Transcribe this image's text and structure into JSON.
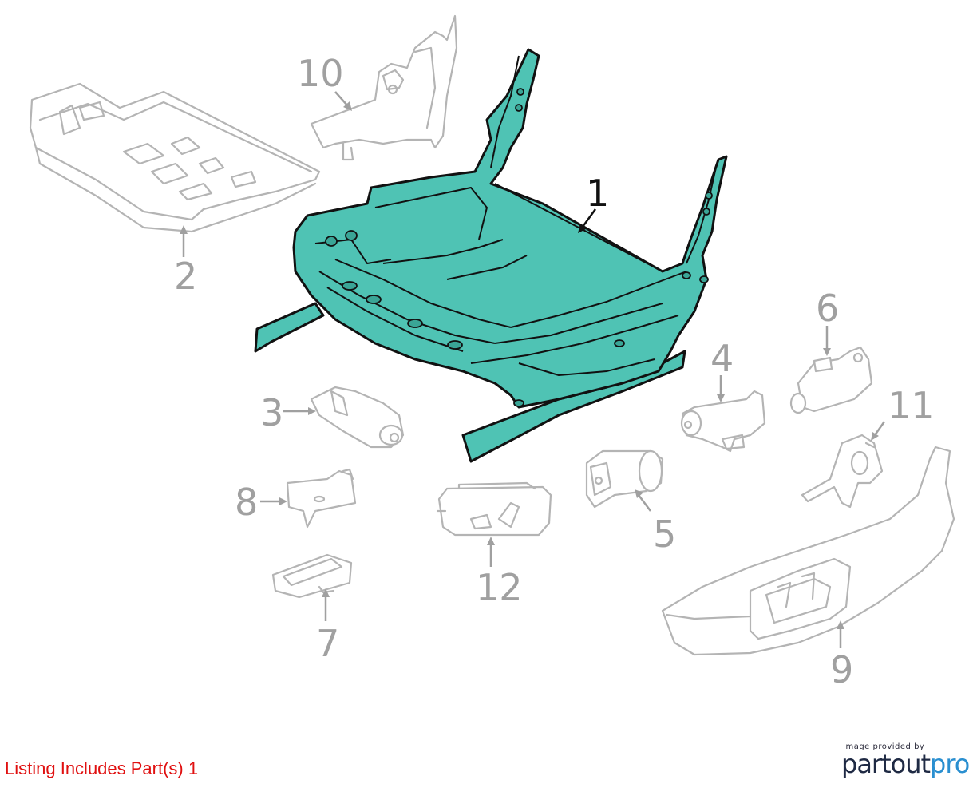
{
  "callouts": {
    "c1": "1",
    "c2": "2",
    "c3": "3",
    "c4": "4",
    "c5": "5",
    "c6": "6",
    "c7": "7",
    "c8": "8",
    "c9": "9",
    "c10": "10",
    "c11": "11",
    "c12": "12"
  },
  "highlighted_part": "1",
  "colors": {
    "highlight_fill": "#4fc3b4",
    "outline": "#b4b4b4",
    "callout_text": "#a0a0a0",
    "listing_text": "#e01010"
  },
  "listing": "Listing Includes Part(s) 1",
  "credit": {
    "provided_by": "Image provided by",
    "brand_part1": "partout",
    "brand_part2": "pro"
  }
}
